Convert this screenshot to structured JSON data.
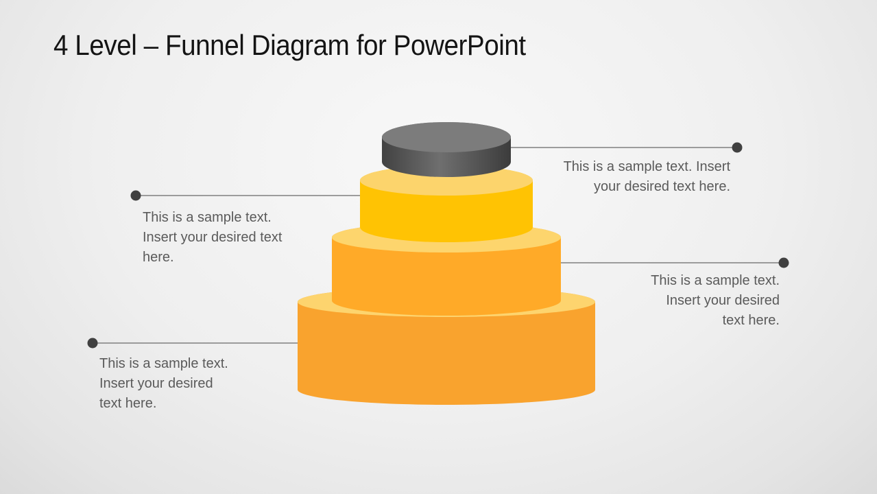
{
  "slide": {
    "title": "4 Level – Funnel Diagram for PowerPoint"
  },
  "colors": {
    "background_center": "#f8f8f8",
    "background_edge": "#dbdbdb",
    "title_text": "#141414",
    "body_text": "#5a5a5a",
    "callout_line": "#7f7f7f",
    "callout_dot": "#404040"
  },
  "funnel": {
    "type": "stacked-cylinder-funnel",
    "level_count": 4,
    "levels": [
      {
        "label": "level-1-top",
        "top_color": "#7c7c7c",
        "side_color_left": "#424242",
        "side_color_mid": "#6f6f6f",
        "side_color_right": "#3c3c3c"
      },
      {
        "label": "level-2",
        "top_color": "#fcd46c",
        "side_color": "#ffc303"
      },
      {
        "label": "level-3",
        "top_color": "#fdd56d",
        "side_color": "#ffaa28"
      },
      {
        "label": "level-4-bottom",
        "top_color": "#fdd46e",
        "side_color": "#f9a32e"
      }
    ]
  },
  "callouts": [
    {
      "level": 1,
      "side": "right",
      "lines": [
        "This is a sample text. Insert",
        "your desired text here."
      ]
    },
    {
      "level": 2,
      "side": "left",
      "lines": [
        "This is a sample text.",
        "Insert your desired text",
        "here."
      ]
    },
    {
      "level": 3,
      "side": "right",
      "lines": [
        "This is a sample text.",
        "Insert your desired",
        "text here."
      ]
    },
    {
      "level": 4,
      "side": "left",
      "lines": [
        "This is a sample text.",
        "Insert your desired",
        "text here."
      ]
    }
  ]
}
